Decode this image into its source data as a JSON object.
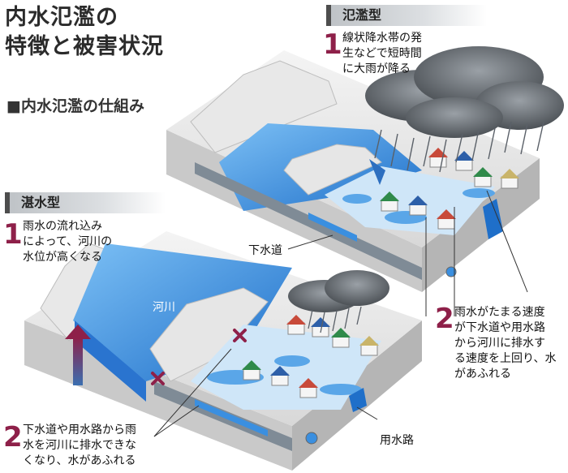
{
  "title_line1": "内水氾濫の",
  "title_line2": "特徴と被害状況",
  "subtitle": "■内水氾濫の仕組み",
  "flood_type": {
    "tag": "氾濫型",
    "step1_num": "1",
    "step1_lines": [
      "線状降水帯の発",
      "生などで短時間",
      "に大雨が降る"
    ],
    "step2_num": "2",
    "step2_lines": [
      "雨水がたまる速度",
      "が下水道や用水路",
      "から河川に排水す",
      "る速度を上回り、水",
      "があふれる"
    ]
  },
  "inundation_type": {
    "tag": "湛水型",
    "step1_num": "1",
    "step1_lines": [
      "雨水の流れ込み",
      "によって、河川の",
      "水位が高くなる"
    ],
    "step2_num": "2",
    "step2_lines": [
      "下水道や用水路から雨",
      "水を河川に排水できな",
      "くなり、水があふれる"
    ]
  },
  "labels": {
    "sewer": "下水道",
    "river": "河川",
    "canal": "用水路"
  },
  "colors": {
    "accent_number": "#8e2049",
    "water": "#3a8fe0",
    "concrete": "#dcdcdc",
    "blocked_mark": "#8e2049"
  }
}
